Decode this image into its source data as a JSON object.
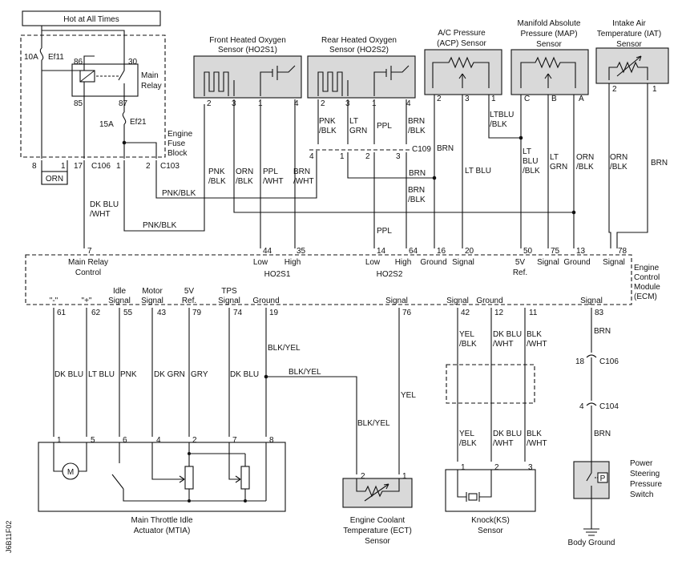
{
  "hot_at_all_times": "Hot at All Times",
  "fuse_ef11": {
    "rating": "10A",
    "name": "Ef11"
  },
  "fuse_ef21": {
    "rating": "15A",
    "name": "Ef21"
  },
  "main_relay": {
    "label_1": "Main",
    "label_2": "Relay",
    "pins": [
      "86",
      "30",
      "85",
      "87"
    ]
  },
  "fuse_block": {
    "label_1": "Engine",
    "label_2": "Fuse",
    "label_3": "Block"
  },
  "c106_pins": [
    "8",
    "1",
    "17"
  ],
  "c106_name": "C106",
  "c103_pins": [
    "1",
    "2"
  ],
  "c103_name": "C103",
  "orn_jumper": "ORN",
  "ho2s1": {
    "title_1": "Front Heated Oxygen",
    "title_2": "Sensor (HO2S1)",
    "pins": [
      "2",
      "3",
      "1",
      "4"
    ]
  },
  "ho2s2": {
    "title_1": "Rear Heated Oxygen",
    "title_2": "Sensor (HO2S2)",
    "pins": [
      "2",
      "3",
      "1",
      "4"
    ]
  },
  "acp": {
    "title_1": "A/C Pressure",
    "title_2": "(ACP) Sensor",
    "pins": [
      "2",
      "3",
      "1"
    ]
  },
  "map": {
    "title_1": "Manifold Absolute",
    "title_2": "Pressure (MAP)",
    "title_3": "Sensor",
    "pins": [
      "C",
      "B",
      "A"
    ]
  },
  "iat": {
    "title_1": "Intake Air",
    "title_2": "Temperature (IAT)",
    "title_3": "Sensor",
    "pins": [
      "2",
      "1"
    ]
  },
  "c109": {
    "name": "C109",
    "pins": [
      "4",
      "1",
      "2",
      "3"
    ]
  },
  "wires": {
    "pnk_blk": "PNK/BLK",
    "pnk_1": "PNK",
    "pnk_2": "/BLK",
    "orn_1": "ORN",
    "orn_2": "/BLK",
    "ppl_1": "PPL",
    "ppl_2": "/WHT",
    "brn_wht_1": "BRN",
    "brn_wht_2": "/WHT",
    "r_pnk_1": "PNK",
    "r_pnk_2": "/BLK",
    "r_lt_1": "LT",
    "r_lt_2": "GRN",
    "r_ppl": "PPL",
    "r_brn_1": "BRN",
    "r_brn_2": "/BLK",
    "brn_acp": "BRN",
    "lt_blu": "LT BLU",
    "ltblu_blk_1": "LTBLU",
    "ltblu_blk_2": "/BLK",
    "map_lt_1": "LT",
    "map_lt_2": "BLU",
    "map_lt_3": "/BLK",
    "map_ltgrn_1": "LT",
    "map_ltgrn_2": "GRN",
    "map_orn_1": "ORN",
    "map_orn_2": "/BLK",
    "iat_orn_1": "ORN",
    "iat_orn_2": "/BLK",
    "iat_brn": "BRN",
    "brn_mid": "BRN",
    "brn_blk_1": "BRN",
    "brn_blk_2": "/BLK",
    "dk_blu_wht_1": "DK BLU",
    "dk_blu_wht_2": "/WHT",
    "pnk_blk_low": "PNK/BLK",
    "ppl_low": "PPL",
    "dk_blu": "DK BLU",
    "lt_blu_62": "LT BLU",
    "pnk_55": "PNK",
    "dk_grn": "DK GRN",
    "gry": "GRY",
    "dk_blu_74": "DK BLU",
    "blk_yel_19": "BLK/YEL",
    "blk_yel_h": "BLK/YEL",
    "blk_yel_v": "BLK/YEL",
    "yel": "YEL",
    "ks_yel_1": "YEL",
    "ks_yel_2": "/BLK",
    "ks_dkblu_1": "DK BLU",
    "ks_dkblu_2": "/WHT",
    "ks_blk_1": "BLK",
    "ks_blk_2": "/WHT",
    "ks_yel_b1": "YEL",
    "ks_yel_b2": "/BLK",
    "ks_dkblu_b1": "DK BLU",
    "ks_dkblu_b2": "/WHT",
    "ks_blk_b1": "BLK",
    "ks_blk_b2": "/WHT",
    "ps_brn_top": "BRN",
    "ps_brn_bot": "BRN"
  },
  "ecm_pins_top": [
    "7",
    "44",
    "35",
    "14",
    "64",
    "16",
    "20",
    "50",
    "75",
    "13",
    "78"
  ],
  "ecm_labels_top": {
    "main_relay_1": "Main Relay",
    "main_relay_2": "Control",
    "low1": "Low",
    "high1": "High",
    "ho2s1": "HO2S1",
    "low2": "Low",
    "high2": "High",
    "ho2s2": "HO2S2",
    "ground_acp": "Ground",
    "signal_acp": "Signal",
    "v5ref_1": "5V",
    "v5ref_2": "Ref.",
    "signal_map": "Signal",
    "ground_map": "Ground",
    "signal_iat": "Signal"
  },
  "ecm_name": {
    "line1": "Engine",
    "line2": "Control",
    "line3": "Module",
    "line4": "(ECM)"
  },
  "ecm_labels_bottom": {
    "minus": "\"-\"",
    "plus": "\"+\"",
    "idle_1": "Idle",
    "idle_2": "Signal",
    "motor_1": "Motor",
    "motor_2": "Signal",
    "v5_1": "5V",
    "v5_2": "Ref.",
    "tps_1": "TPS",
    "tps_2": "Signal",
    "ground": "Ground",
    "signal_ect": "Signal",
    "signal_ks": "Signal",
    "ground_ks": "Ground",
    "signal_ps": "Signal"
  },
  "ecm_pins_bottom": [
    "61",
    "62",
    "55",
    "43",
    "79",
    "74",
    "19",
    "76",
    "42",
    "12",
    "11",
    "83"
  ],
  "mtia": {
    "pins": [
      "1",
      "5",
      "6",
      "4",
      "2",
      "7",
      "8"
    ],
    "motor": "M",
    "title_1": "Main Throttle Idle",
    "title_2": "Actuator (MTIA)"
  },
  "ect": {
    "pins": [
      "2",
      "1"
    ],
    "title_1": "Engine Coolant",
    "title_2": "Temperature (ECT)",
    "title_3": "Sensor"
  },
  "ks": {
    "pins": [
      "1",
      "2",
      "3"
    ],
    "title_1": "Knock(KS)",
    "title_2": "Sensor"
  },
  "ps_conn": {
    "c106_pin": "18",
    "c106_name": "C106",
    "c104_pin": "4",
    "c104_name": "C104"
  },
  "ps_switch": {
    "title_1": "Power",
    "title_2": "Steering",
    "title_3": "Pressure",
    "title_4": "Switch",
    "symbol": "P"
  },
  "body_ground": "Body Ground",
  "figure_code": "J6B11F02"
}
